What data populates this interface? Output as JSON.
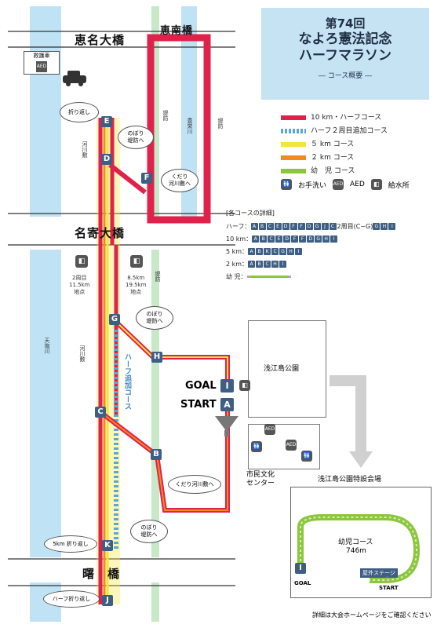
{
  "title": {
    "line1": "第74回",
    "line2": "なよろ憲法記念",
    "line3": "ハーフマラソン",
    "sub": "― コース概要 ―"
  },
  "legend": [
    {
      "label": "10 km・ハーフコース",
      "color": "#e0224b"
    },
    {
      "label": "ハーフ２周目追加コース",
      "color": "#5aa7d6"
    },
    {
      "label": "５ km コース",
      "color": "#f3e53a"
    },
    {
      "label": "２ km コース",
      "color": "#f08a24"
    },
    {
      "label": "幼　児 コース",
      "color": "#8cc63f"
    }
  ],
  "facilities": {
    "toilet": "お手洗い",
    "aed": "AED",
    "water": "給水所"
  },
  "course_details": {
    "heading": "[各コースの詳細]",
    "half_label": "ハーフ：",
    "half_marks": [
      "A",
      "B",
      "C",
      "E",
      "D",
      "F",
      "F",
      "D",
      "G",
      "J",
      "C"
    ],
    "half_note": "2周目(C~G)",
    "half_tail": [
      "G",
      "H",
      "I"
    ],
    "km10_label": "10 km：",
    "km10_marks": [
      "A",
      "B",
      "C",
      "E",
      "D",
      "F",
      "F",
      "D",
      "G",
      "H",
      "I"
    ],
    "km5_label": "5 km：",
    "km5_marks": [
      "A",
      "B",
      "K",
      "C",
      "G",
      "H",
      "I"
    ],
    "km2_label": "2 km：",
    "km2_marks": [
      "A",
      "B",
      "C",
      "H",
      "I"
    ],
    "kids_label": "幼 児："
  },
  "map": {
    "bridge_top_left": "恵名大橋",
    "bridge_top_right": "恵南橋",
    "bridge_mid": "名寄大橋",
    "bridge_bottom": "曙　橋",
    "ambulance": "救護車",
    "river_top": "豊栄川",
    "river_left": "天塩川",
    "riverbed_top": "河川敷",
    "riverbed_left": "河川敷",
    "embank": "堤防",
    "half_extra": "ハーフ追加コース",
    "park": "浅江島公園",
    "goal": "GOAL",
    "start": "START",
    "culture_center": "市民文化\nセンター",
    "water_left_text": "2周目\n11.5km\n地点",
    "water_right_text": "8.5km\n19.5km\n地点",
    "bubble_turn": "折り返し",
    "bubble_nobori1": "のぼり\n堤防へ",
    "bubble_kudari1": "くだり\n河川敷へ",
    "bubble_nobori2": "のぼり\n堤防へ",
    "bubble_kudari2": "くだり河川敷へ",
    "bubble_nobori3": "のぼり\n堤防へ",
    "bubble_5km": "5km 折り返し",
    "bubble_half": "ハーフ折り返し"
  },
  "kids_course": {
    "venue": "浅江島公園特設会場",
    "label": "幼児コース",
    "distance": "746m",
    "stage": "屋外ステージ",
    "goal": "GOAL",
    "start": "START"
  },
  "footer_note": "詳細は大会ホームページをご確認ください"
}
